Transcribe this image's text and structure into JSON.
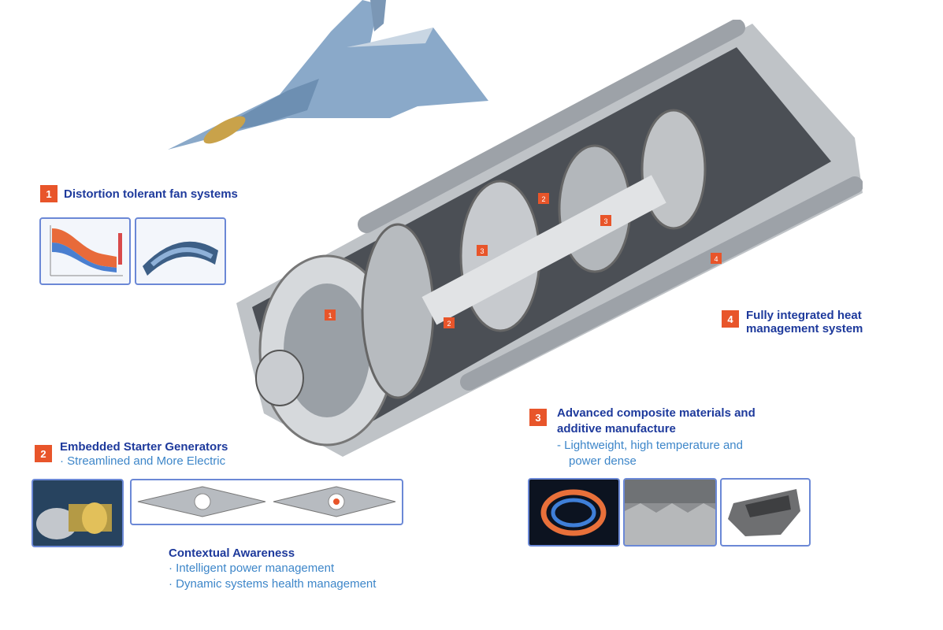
{
  "colors": {
    "accent_orange": "#e8552a",
    "title_blue": "#1e3a9c",
    "sub_blue": "#3d86c9",
    "thumb_border": "#6b88d6"
  },
  "items": [
    {
      "badge": "1",
      "title_line1": "Distortion tolerant fan systems"
    },
    {
      "badge": "2",
      "title_line1": "Embedded Starter Generators",
      "sub_line1": "· Streamlined and More Electric"
    },
    {
      "badge": "3",
      "title_line1": "Advanced composite materials and",
      "title_line2": "additive manufacture",
      "sub_line1": "- Lightweight, high temperature and",
      "sub_line2": "power dense"
    },
    {
      "badge": "4",
      "title_line1": "Fully integrated heat",
      "title_line2": "management system"
    }
  ],
  "contextual": {
    "title": "Contextual Awareness",
    "bullet1": "· Intelligent power management",
    "bullet2": "· Dynamic systems health management"
  },
  "engine_markers": [
    "1",
    "2",
    "3",
    "2",
    "3",
    "4"
  ],
  "icons": [
    "fighter-jet-icon",
    "jet-engine-cutaway",
    "cfd-plot-thumbnail",
    "fan-blade-thumbnail",
    "generator-photo-thumbnail",
    "aircraft-section-diagram",
    "turbine-ring-thumbnail",
    "casting-thumbnail",
    "composite-part-thumbnail"
  ]
}
